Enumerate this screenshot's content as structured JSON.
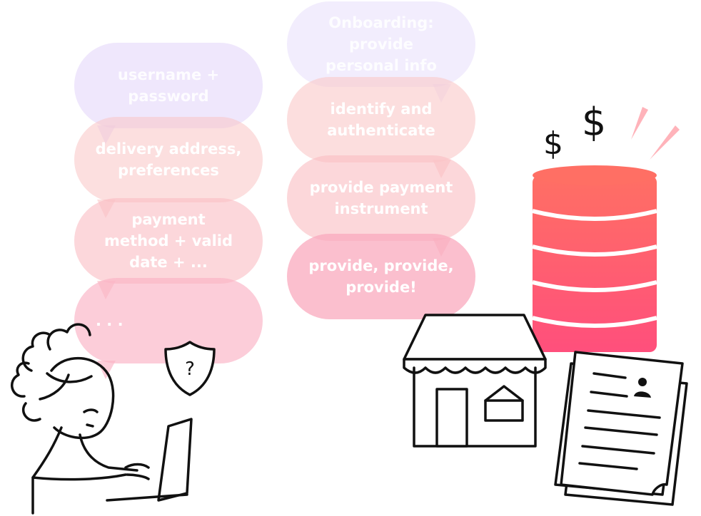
{
  "left_bubbles": [
    {
      "text": "username +\npassword"
    },
    {
      "text": "delivery address,\npreferences"
    },
    {
      "text": "payment\nmethod + valid\ndate + ..."
    },
    {
      "text": ". . ."
    }
  ],
  "right_bubbles": [
    {
      "text": "Onboarding: provide\npersonal info"
    },
    {
      "text": "identify and\nauthenticate"
    },
    {
      "text": "provide payment\ninstrument"
    },
    {
      "text": "provide, provide,\nprovide!"
    }
  ],
  "icons": {
    "shield_mark": "?",
    "currency": "$"
  },
  "colors": {
    "database_top": "#ff6a6a",
    "database_bottom": "#ff4f7a",
    "ink": "#111111"
  }
}
